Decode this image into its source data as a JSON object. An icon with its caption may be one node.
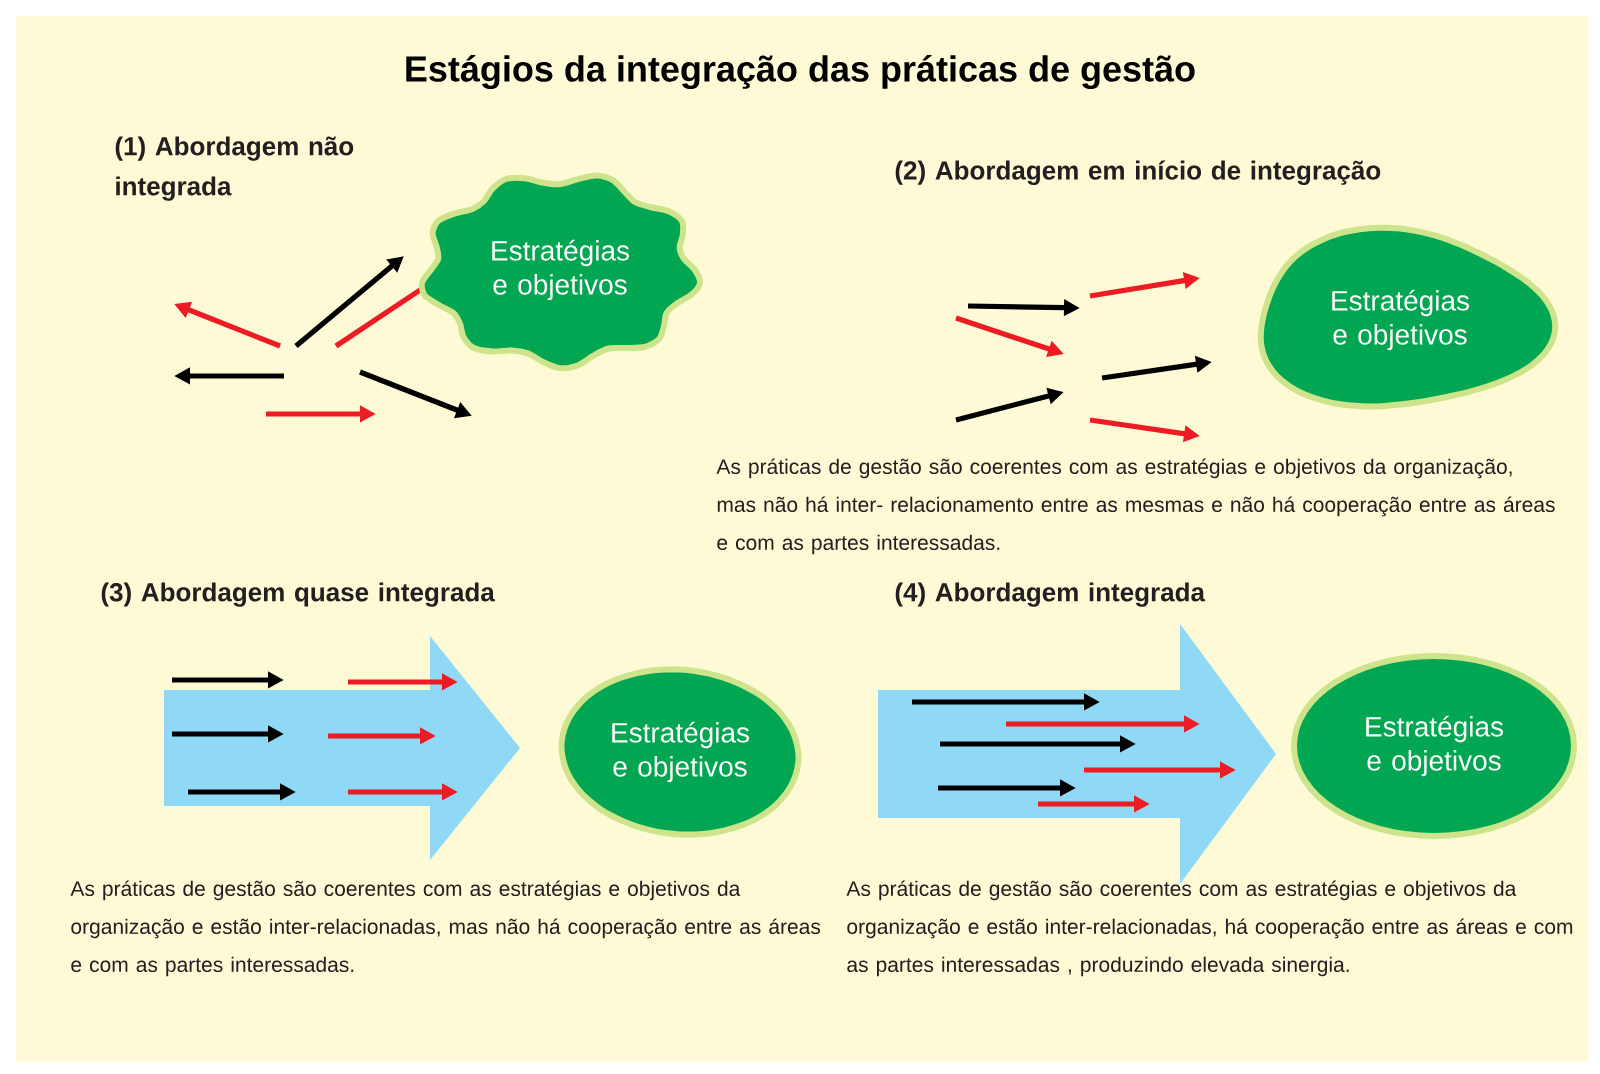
{
  "diagram": {
    "title": "Estágios da integração das práticas de gestão",
    "nodes": [
      {
        "text": [
          "Estratégias e objetivos"
        ]
      },
      {
        "text": [
          "Estratégias e objetivos"
        ]
      },
      {
        "text": [
          "Estratégias e objetivos"
        ]
      },
      {
        "text": [
          "Estratégias e objetivos"
        ]
      }
    ],
    "labels": [
      "(1) Abordagem não integrada",
      "(2) Abordagem em início de integração",
      "As práticas de gestão são coerentes com as estratégias e objetivos da organização, mas não há inter- relacionamento entre as mesmas e não há cooperação entre as áreas e com as partes interessadas.",
      "(3) Abordagem quase integrada",
      "(4) Abordagem integrada",
      "As práticas de gestão são coerentes com as estratégias e objetivos da organização e estão inter-relacionadas, mas não há cooperação entre as áreas e com as partes interessadas.",
      "As práticas de gestão são coerentes com as estratégias e objetivos da organização e estão inter-relacionadas, há cooperação entre as áreas e com as partes interessadas , produzindo elevada sinergia."
    ]
  }
}
